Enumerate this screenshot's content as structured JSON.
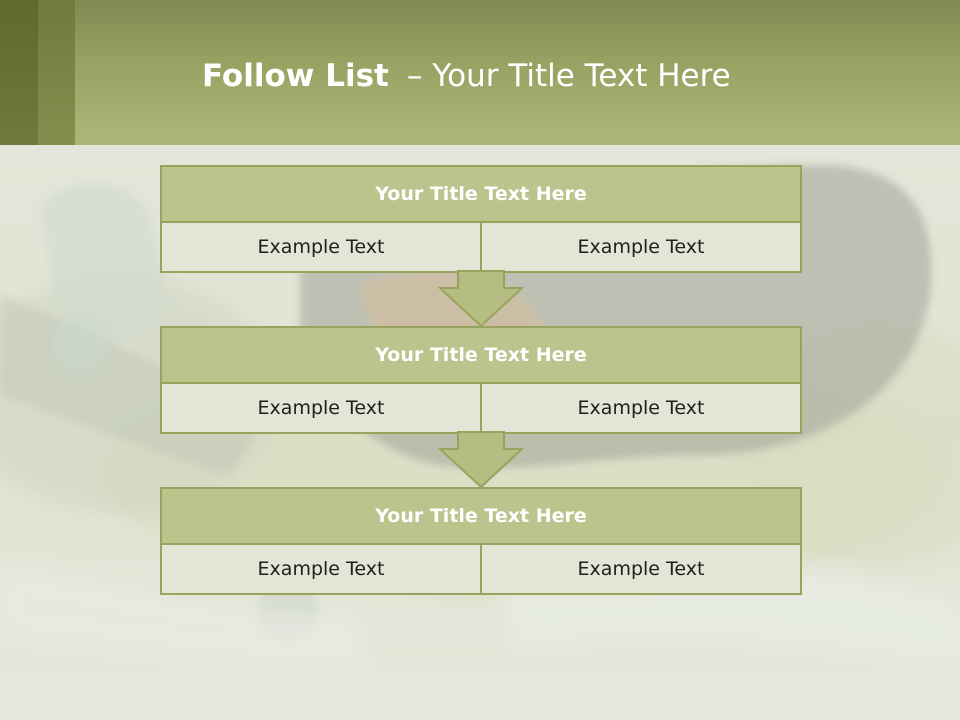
{
  "slide": {
    "title_strong": "Follow List",
    "title_separator": "–",
    "title_rest": "Your Title Text Here"
  },
  "steps": [
    {
      "heading": "Your Title Text Here",
      "left": "Example Text",
      "right": "Example Text"
    },
    {
      "heading": "Your Title Text Here",
      "left": "Example Text",
      "right": "Example Text"
    },
    {
      "heading": "Your Title Text Here",
      "left": "Example Text",
      "right": "Example Text"
    }
  ],
  "colors": {
    "header": "#98a363",
    "box_head": "#bcc48e",
    "box_body": "#e3e5d6",
    "border": "#98a45e",
    "arrow_fill": "#b5bd82"
  },
  "background": {
    "image": "blurred close-up of a gloved hand on a motorcycle handlebar"
  },
  "icons": [
    "down-arrow-icon",
    "down-arrow-icon"
  ]
}
